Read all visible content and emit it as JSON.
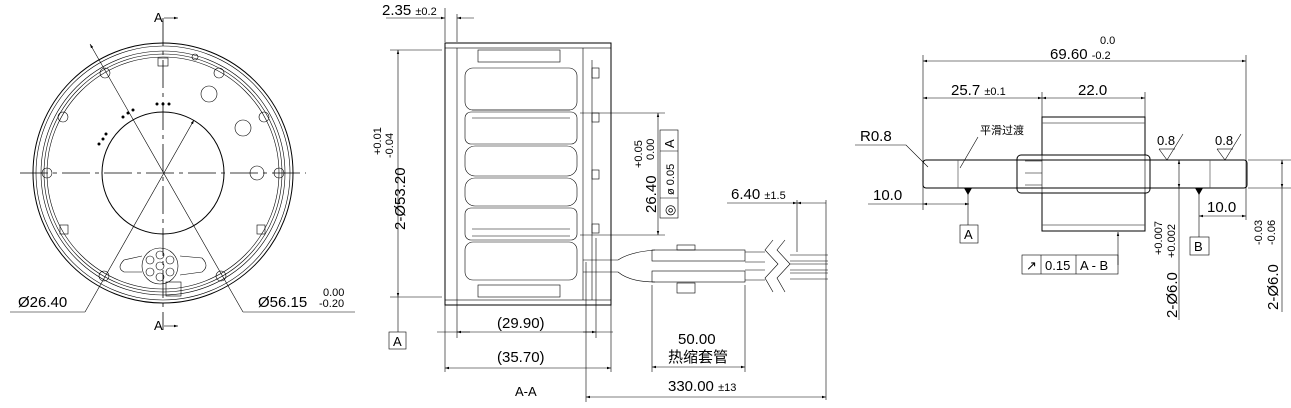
{
  "front_view": {
    "section_mark_top": "A",
    "section_mark_bottom": "A",
    "dia_inner": "Ø26.40",
    "dia_outer": "Ø56.15",
    "dia_outer_tol_upper": "0.00",
    "dia_outer_tol_lower": "-0.20"
  },
  "section_view": {
    "title": "A-A",
    "dim_wall": "2.35",
    "dim_wall_tol": "±0.2",
    "dim_od": "2-Ø53.20",
    "dim_od_tol_upper": "+0.01",
    "dim_od_tol_lower": "-0.04",
    "datum": "A",
    "dim_id": "26.40",
    "dim_id_tol_upper": "+0.05",
    "dim_id_tol_lower": "0.00",
    "fcf_symbol": "◎",
    "fcf_value": "ø 0.05",
    "fcf_datum": "A",
    "dim_lead_strip": "6.40",
    "dim_lead_strip_tol": "±1.5",
    "dim_inner_len": "(29.90)",
    "dim_outer_len": "(35.70)",
    "dim_sleeve": "50.00",
    "sleeve_label": "热缩套管",
    "dim_cable": "330.00",
    "dim_cable_tol": "±13"
  },
  "rotor_view": {
    "dim_total": "69.60",
    "dim_total_tol_upper": "0.0",
    "dim_total_tol_lower": "-0.2",
    "dim_shoulder": "25.7",
    "dim_shoulder_tol": "±0.1",
    "dim_core": "22.0",
    "radius": "R0.8",
    "transition_note": "平滑过渡",
    "dim_left_end": "10.0",
    "dim_right_end": "10.0",
    "datum_a": "A",
    "datum_b": "B",
    "roughness_1": "0.8",
    "roughness_2": "0.8",
    "runout_symbol": "↗",
    "runout_value": "0.15",
    "runout_datum": "A - B",
    "shaft_dia_1": "2-Ø6.0",
    "shaft_dia_1_tol_upper": "+0.007",
    "shaft_dia_1_tol_lower": "+0.002",
    "shaft_dia_2": "2-Ø6.0",
    "shaft_dia_2_tol_upper": "-0.03",
    "shaft_dia_2_tol_lower": "-0.06"
  }
}
